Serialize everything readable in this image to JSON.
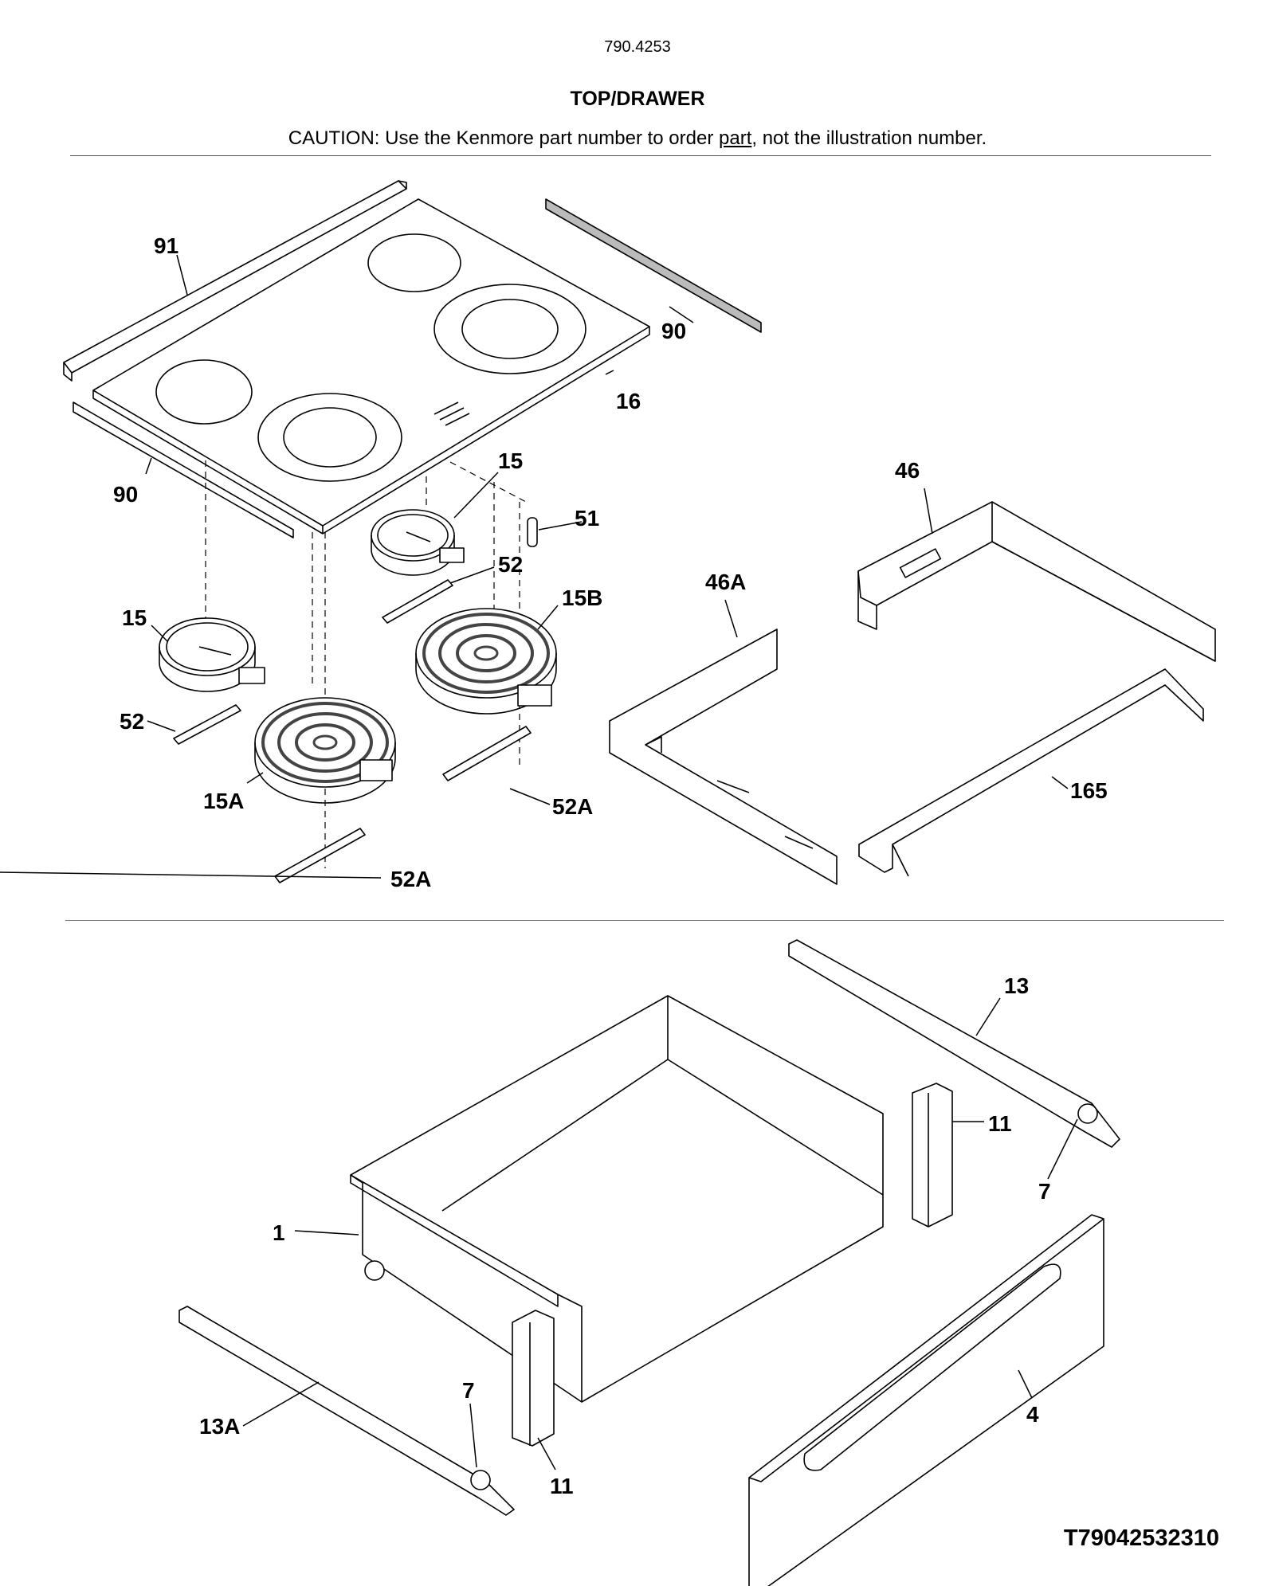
{
  "header": {
    "model": "790.4253",
    "title": "TOP/DRAWER",
    "caution_prefix": "CAUTION: Use the Kenmore part number to order ",
    "caution_underlined": "part",
    "caution_suffix": ", not the illustration number."
  },
  "callouts": {
    "c91": "91",
    "c90a": "90",
    "c90b": "90",
    "c16": "16",
    "c15a": "15",
    "c15b": "15",
    "c51": "51",
    "c52a": "52",
    "c52b": "52",
    "c15B": "15B",
    "c15A": "15A",
    "c52Aa": "52A",
    "c52Ab": "52A",
    "c46": "46",
    "c46A": "46A",
    "c165": "165",
    "c13": "13",
    "c11a": "11",
    "c11b": "11",
    "c7a": "7",
    "c7b": "7",
    "c1": "1",
    "c4": "4",
    "c13A": "13A"
  },
  "footer": {
    "diagram_id": "T79042532310"
  }
}
